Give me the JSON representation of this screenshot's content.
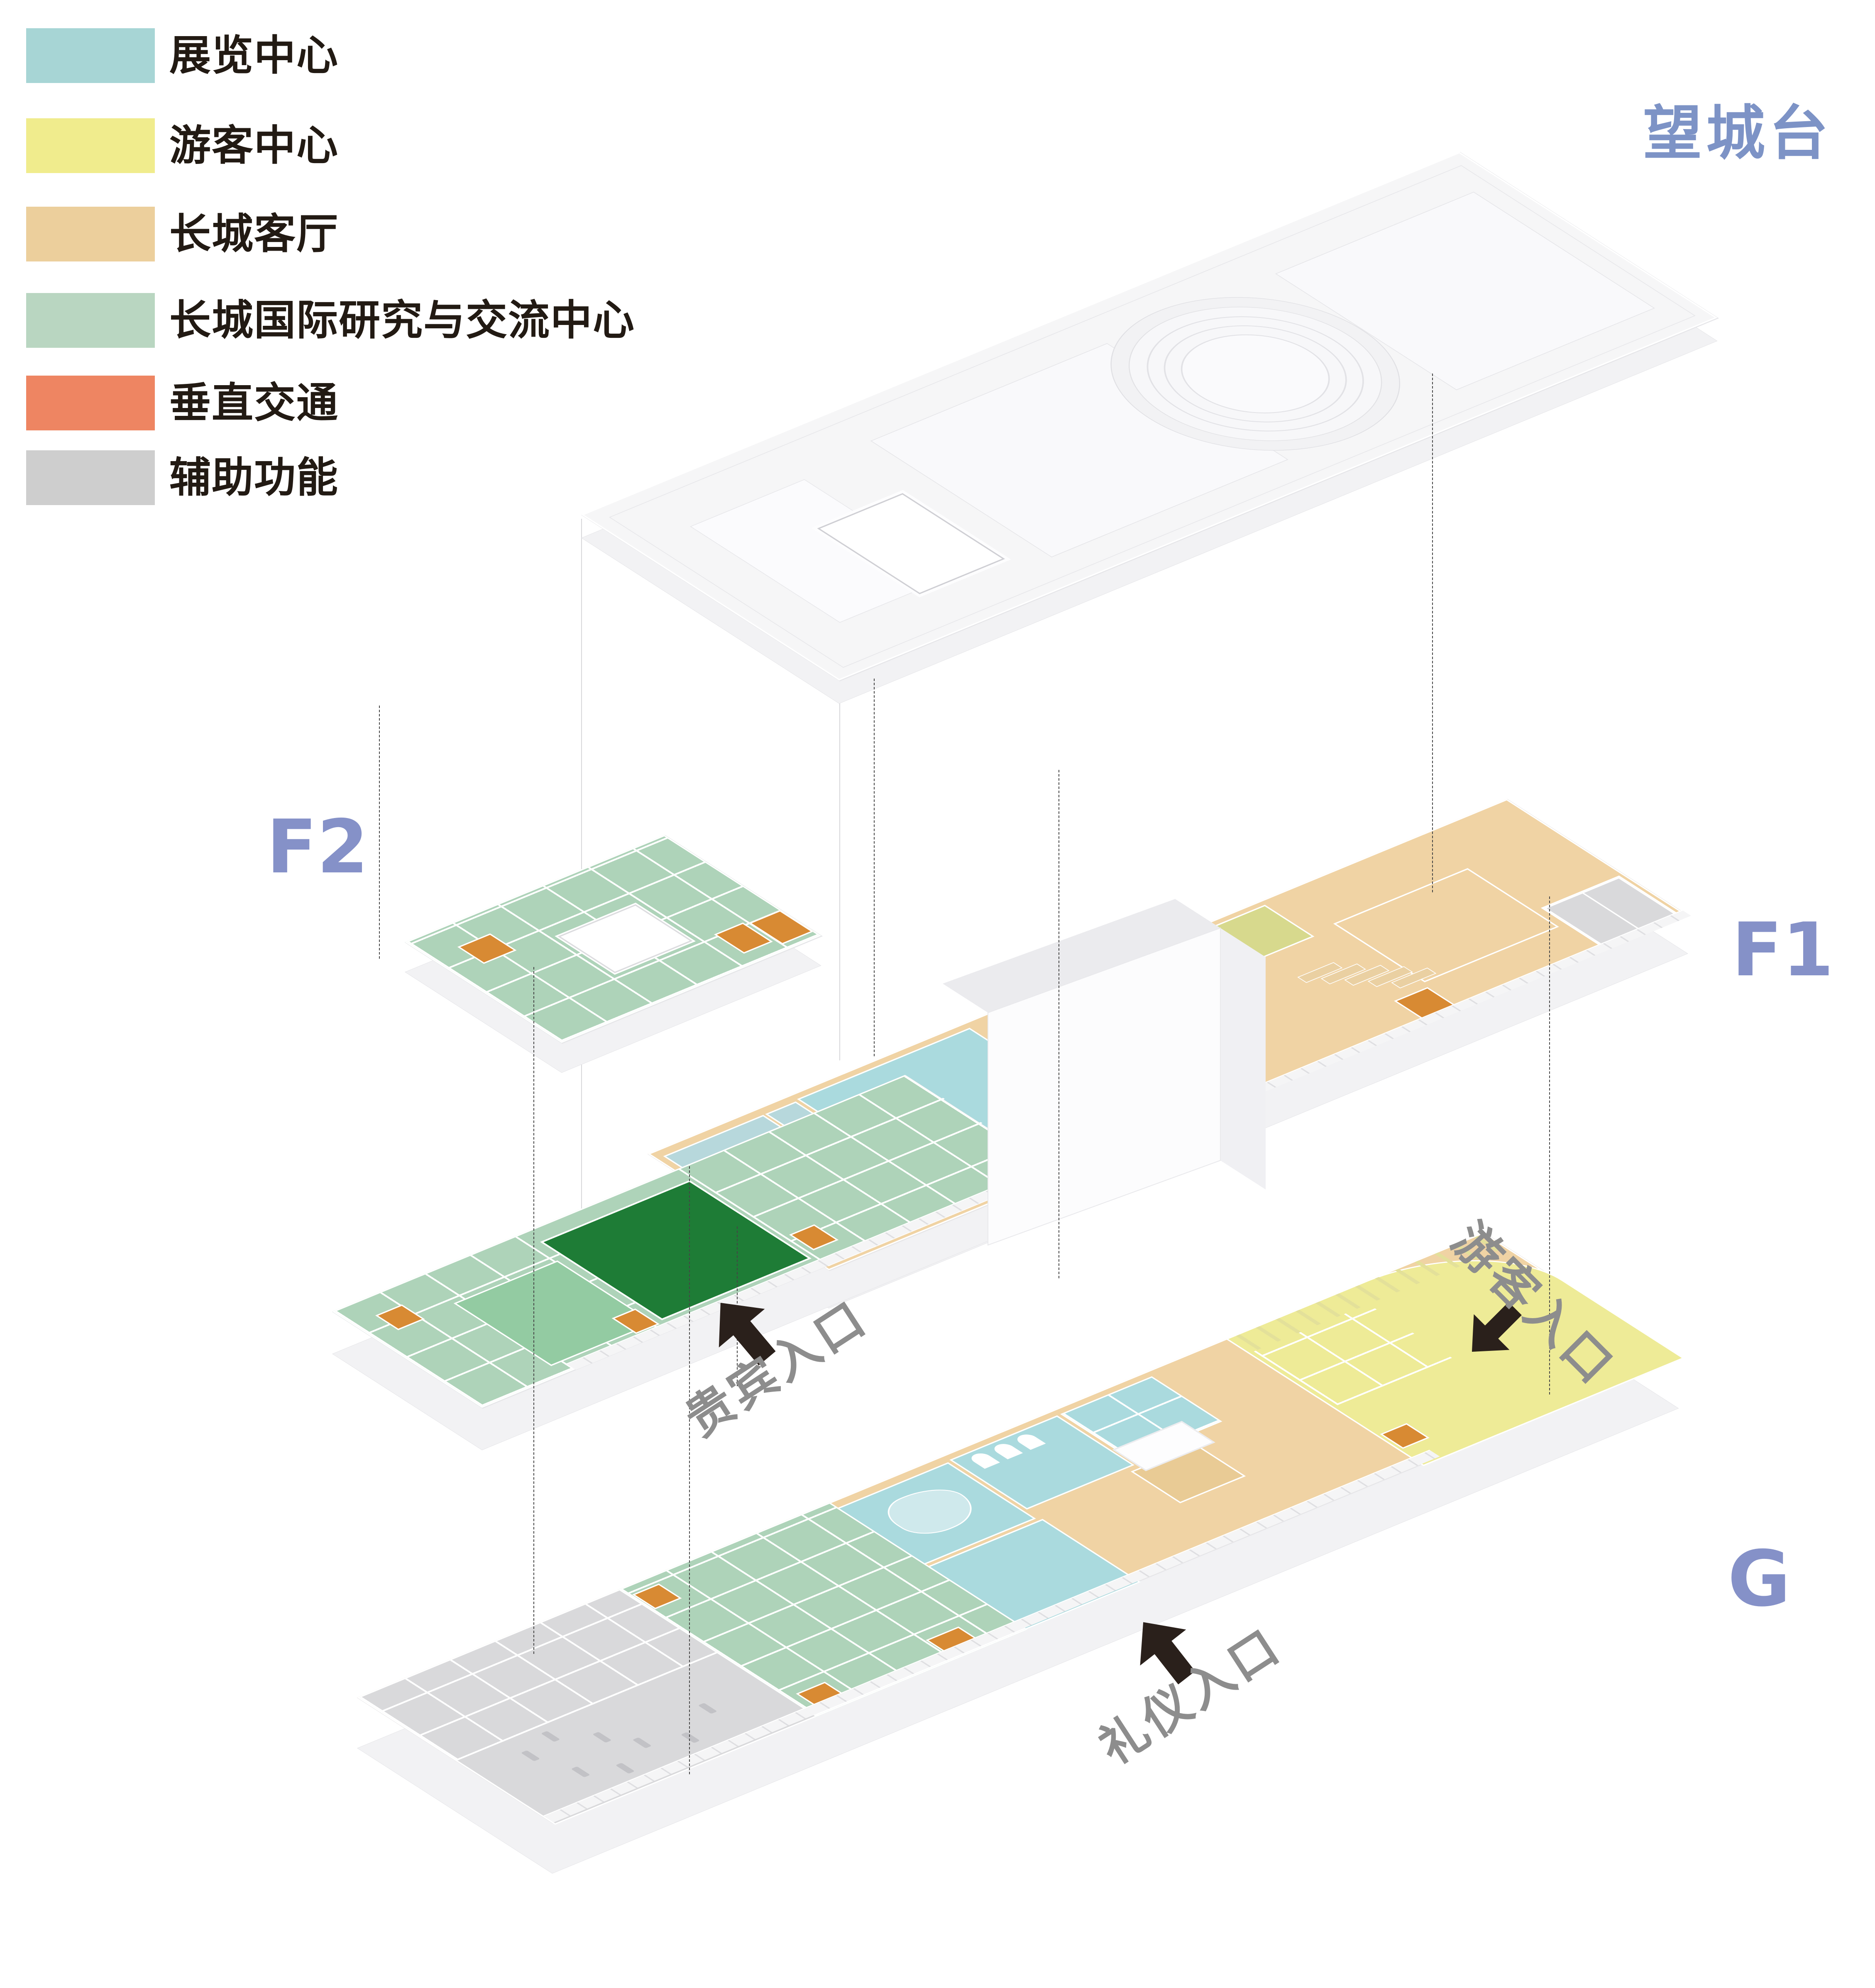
{
  "title": {
    "text": "望城台"
  },
  "legend": {
    "items": [
      {
        "label": "展览中心",
        "color": "#a7d5d5"
      },
      {
        "label": "游客中心",
        "color": "#f0ec8d"
      },
      {
        "label": "长城客厅",
        "color": "#eccf9c"
      },
      {
        "label": "长城国际研究与交流中心",
        "color": "#b9d6c1"
      },
      {
        "label": "垂直交通",
        "color": "#ee8562"
      },
      {
        "label": "辅助功能",
        "color": "#cecece"
      }
    ]
  },
  "floors": [
    {
      "id": "F2",
      "label": "F2"
    },
    {
      "id": "F1",
      "label": "F1"
    },
    {
      "id": "G",
      "label": "G"
    }
  ],
  "entrances": [
    {
      "label": "贵宾入口"
    },
    {
      "label": "游客入口"
    },
    {
      "label": "礼仪入口"
    }
  ],
  "colors": {
    "exhibition": "#aadade",
    "exhibition2": "#b7d8dc",
    "visitor": "#eeeb97",
    "visitor2": "#d7d98d",
    "hall": "#f0d3a4",
    "institute": "#aed3b9",
    "institute_dark": "#1e7c36",
    "circulation": "#ee8562",
    "circulation_plate": "#d88a33",
    "auxiliary": "#d9d9db",
    "roof_fill": "#f6f6f7",
    "text_gray": "#8d8d8d",
    "arrow": "#2a201b",
    "label_blue": "#8591c8",
    "title_blue": "#7d93c6",
    "ink": "#221a13"
  }
}
